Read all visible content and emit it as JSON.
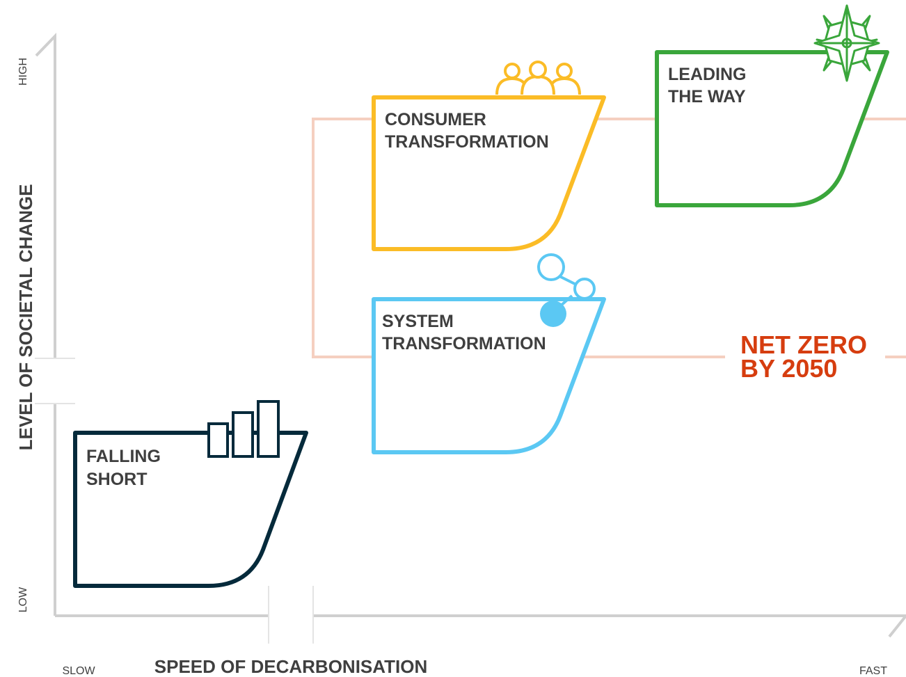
{
  "axes": {
    "x_title": "SPEED OF DECARBONISATION",
    "x_low": "SLOW",
    "x_high": "FAST",
    "y_title": "LEVEL OF SOCIETAL CHANGE",
    "y_low": "LOW",
    "y_high": "HIGH"
  },
  "net_zero": {
    "line1": "NET ZERO",
    "line2": "BY 2050"
  },
  "scenarios": [
    {
      "id": "falling-short",
      "line1": "FALLING",
      "line2": "SHORT",
      "icon": "bar-chart-icon",
      "color": "#052a3b"
    },
    {
      "id": "system-transformation",
      "line1": "SYSTEM",
      "line2": "TRANSFORMATION",
      "icon": "network-nodes-icon",
      "color": "#5bc8f3"
    },
    {
      "id": "consumer-transformation",
      "line1": "CONSUMER",
      "line2": "TRANSFORMATION",
      "icon": "people-icon",
      "color": "#fbbc26"
    },
    {
      "id": "leading-the-way",
      "line1": "LEADING",
      "line2": "THE WAY",
      "icon": "compass-star-icon",
      "color": "#3aa63b"
    }
  ],
  "colors": {
    "axis": "#cfcfcf",
    "bracket": "#f5cfc0",
    "text": "#3f3f3f",
    "net_zero_text": "#d63d0f"
  }
}
